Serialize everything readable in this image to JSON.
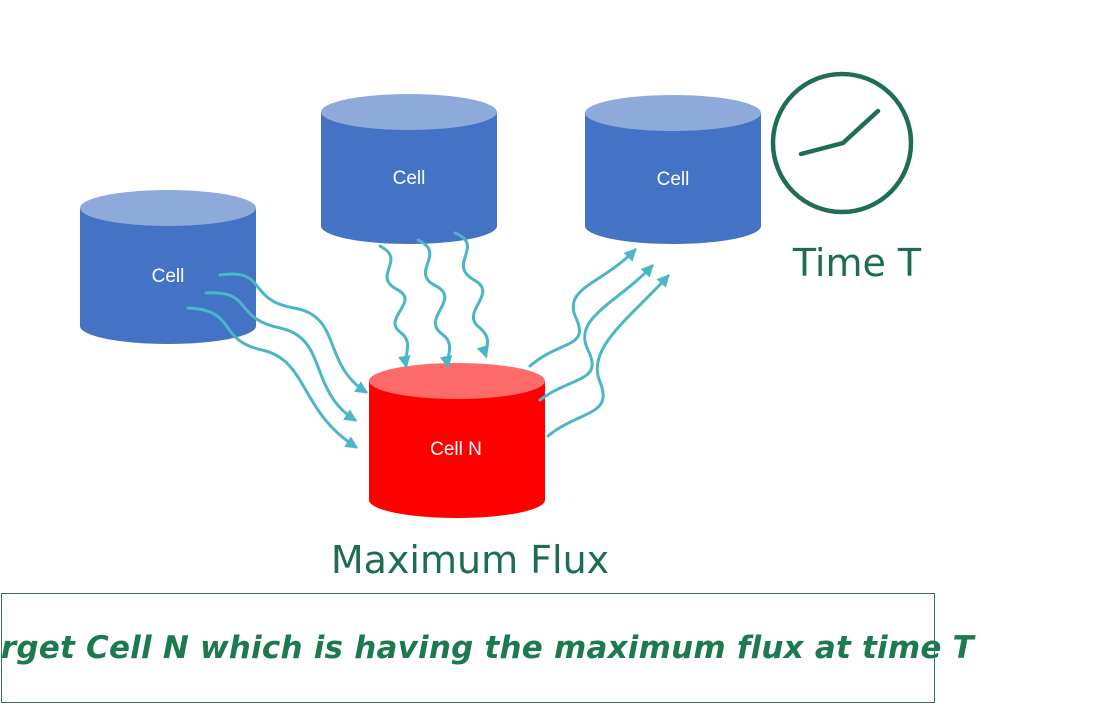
{
  "colors": {
    "cell_side": "#4472c4",
    "cell_top": "#8eaadb",
    "target_side": "#ff0000",
    "target_top": "#ff6b6b",
    "flux_arrow": "#4bb6c6",
    "label_green": "#1d6e4c"
  },
  "cells": [
    {
      "id": "cell-left",
      "label": "Cell"
    },
    {
      "id": "cell-center",
      "label": "Cell"
    },
    {
      "id": "cell-right",
      "label": "Cell"
    }
  ],
  "target_cell": {
    "label": "Cell N"
  },
  "labels": {
    "time": "Time T",
    "maximum_flux": "Maximum Flux"
  },
  "icons": {
    "clock": "clock-icon"
  },
  "caption": "Target Cell N which is having the maximum flux at time T"
}
